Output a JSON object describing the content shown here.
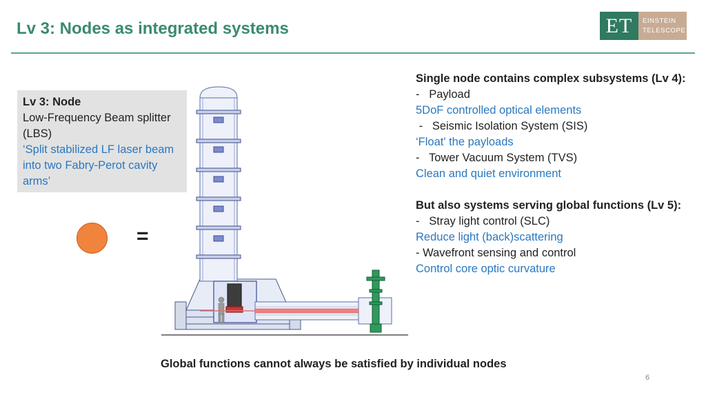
{
  "header": {
    "title": "Lv 3: Nodes as integrated systems",
    "logo_mark": "ET",
    "logo_line1": "EINSTEIN",
    "logo_line2": "TELESCOPE"
  },
  "node_box": {
    "heading": "Lv 3: Node",
    "line1": "Low-Frequency Beam splitter",
    "line2": "(LBS)",
    "quote1": "‘Split stabilized LF laser beam",
    "quote2": "into two Fabry-Perot cavity",
    "quote3": "arms’"
  },
  "equation": {
    "symbol": "="
  },
  "subsystems": {
    "heading": "Single node contains complex subsystems (Lv 4):",
    "items": [
      {
        "label": "-   Payload",
        "desc": "5DoF controlled optical elements"
      },
      {
        "label": " -   Seismic Isolation System (SIS)",
        "desc": "‘Float' the payloads"
      },
      {
        "label": "-   Tower Vacuum System (TVS)",
        "desc": "Clean and quiet environment"
      }
    ]
  },
  "global": {
    "heading": "But also systems serving global functions (Lv 5):",
    "items": [
      {
        "label": "-   Stray light control (SLC)",
        "desc": "Reduce light (back)scattering"
      },
      {
        "label": "- Wavefront sensing and control",
        "desc": "Control core optic curvature"
      }
    ]
  },
  "footer": {
    "text": "Global functions cannot always be satisfied by individual nodes",
    "page": "6"
  },
  "colors": {
    "title": "#3a8a73",
    "accent_blue": "#2a78c0",
    "node_circle": "#f0843c",
    "logo_green": "#2f7a60",
    "logo_tan": "#c8ab94"
  }
}
